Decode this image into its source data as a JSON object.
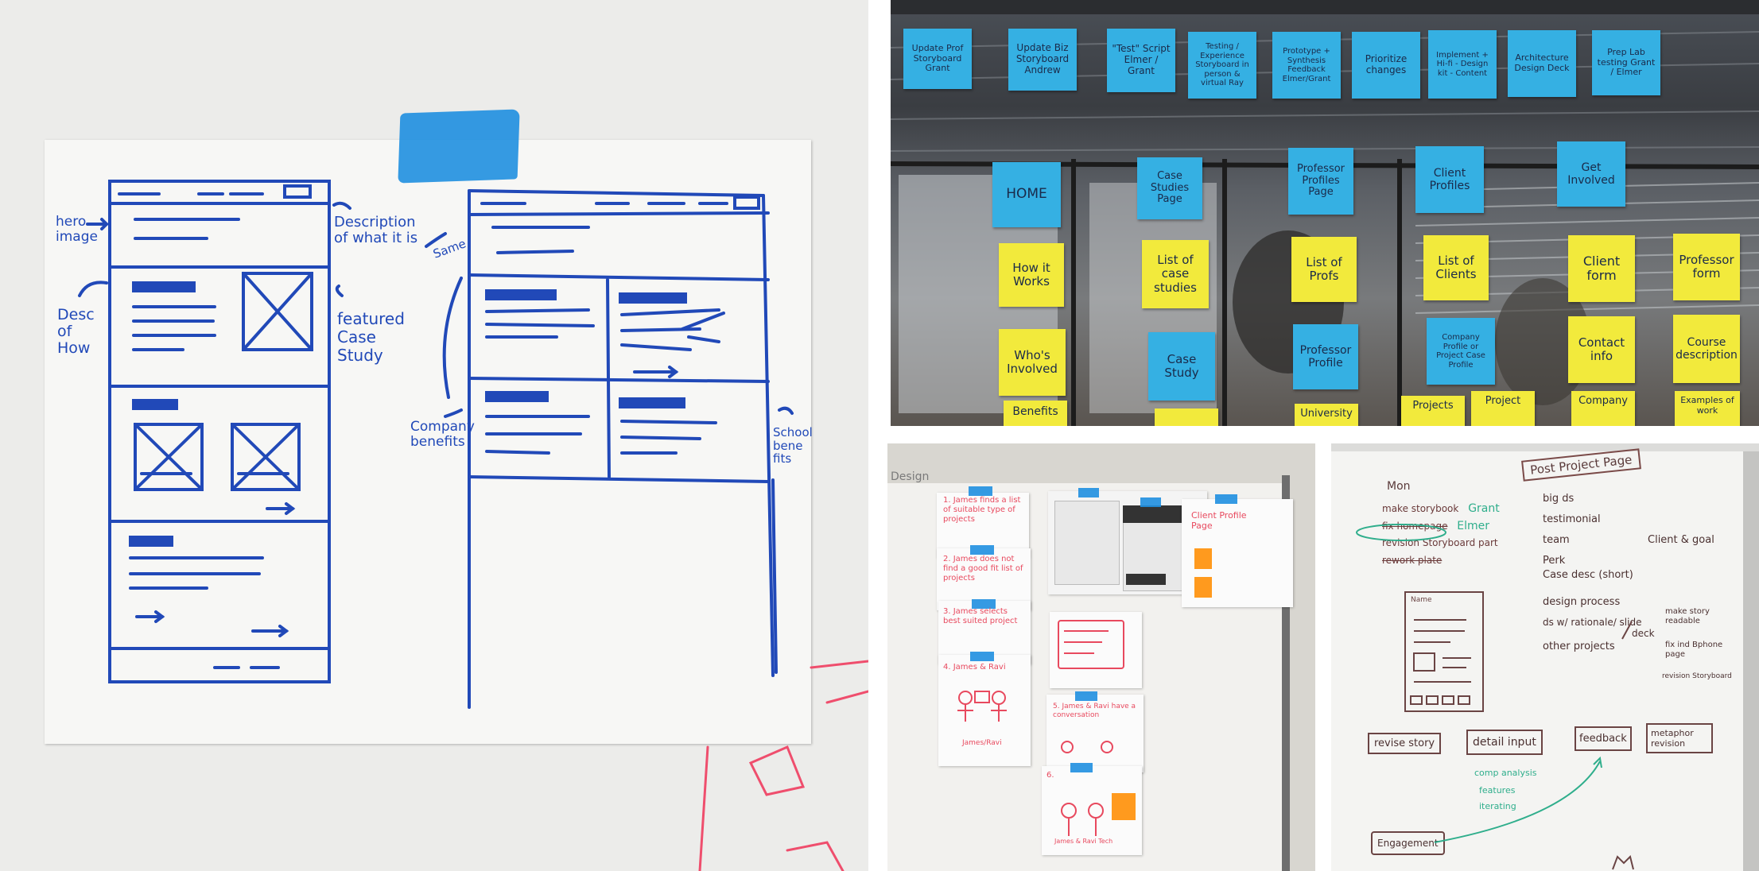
{
  "sketch": {
    "labels": {
      "hero": "hero image",
      "desc_how": "Desc of How",
      "description": "Description of what it is",
      "featured": "featured Case Study",
      "same": "Same",
      "company": "Company benefits",
      "school": "School bene fits"
    }
  },
  "board": {
    "top_notes": [
      "Update Prof Storyboard Grant",
      "Update Biz Storyboard Andrew",
      "\"Test\" Script Elmer / Grant",
      "Testing / Experience Storyboard in person & virtual Ray",
      "Prototype + Synthesis Feedback Elmer/Grant",
      "Prioritize changes",
      "Implement + Hi-fi - Design kit - Content",
      "Architecture Design Deck",
      "Prep Lab testing Grant / Elmer"
    ],
    "page_notes": [
      "HOME",
      "Case Studies Page",
      "Professor Profiles Page",
      "Client Profiles",
      "Get Involved"
    ],
    "yellow_notes": [
      "How it Works",
      "List of case studies",
      "List of Profs",
      "List of Clients",
      "Client form",
      "Professor form",
      "Who's Involved",
      "Contact info",
      "Course description",
      "Benefits",
      "University",
      "Projects",
      "Project",
      "Company",
      "Examples of work"
    ],
    "blue_notes_lower": [
      "Case Study",
      "Professor Profile",
      "Company Profile or Project Case Profile"
    ]
  },
  "wall": {
    "header": "Design",
    "story_steps": [
      "1. James finds a list of suitable type of projects",
      "2. James does not find a good fit list of projects",
      "3. James selects best suited project",
      "4. James & Ravi",
      "5. James & Ravi have a conversation",
      "6."
    ],
    "profile_sheet": "Client Profile Page",
    "figures": [
      "James/Ravi",
      "James & Ravi Tech"
    ]
  },
  "whiteboard": {
    "title": "Post Project Page",
    "list_heading": "Mon",
    "tasks": [
      {
        "text": "make storybook",
        "who": "Grant"
      },
      {
        "text": "fix homepage",
        "who": "Elmer"
      },
      {
        "text": "revision Storyboard part",
        "who": ""
      },
      {
        "text": "rework plate",
        "who": ""
      }
    ],
    "items": [
      "big ds",
      "testimonial",
      "team",
      "Perk",
      "Case desc (short)",
      "design process",
      "ds w/ rationale/ slide",
      "other projects"
    ],
    "side_notes": [
      "Client & goal",
      "make story readable",
      "fix ind Bphone page",
      "revision Storyboard"
    ],
    "deck": "deck",
    "boxes": [
      "revise story",
      "detail input",
      "feedback",
      "metaphor revision"
    ],
    "subnotes": [
      "comp analysis",
      "features",
      "iterating"
    ],
    "engagement": "Engagement",
    "sketch_name": "Name"
  }
}
